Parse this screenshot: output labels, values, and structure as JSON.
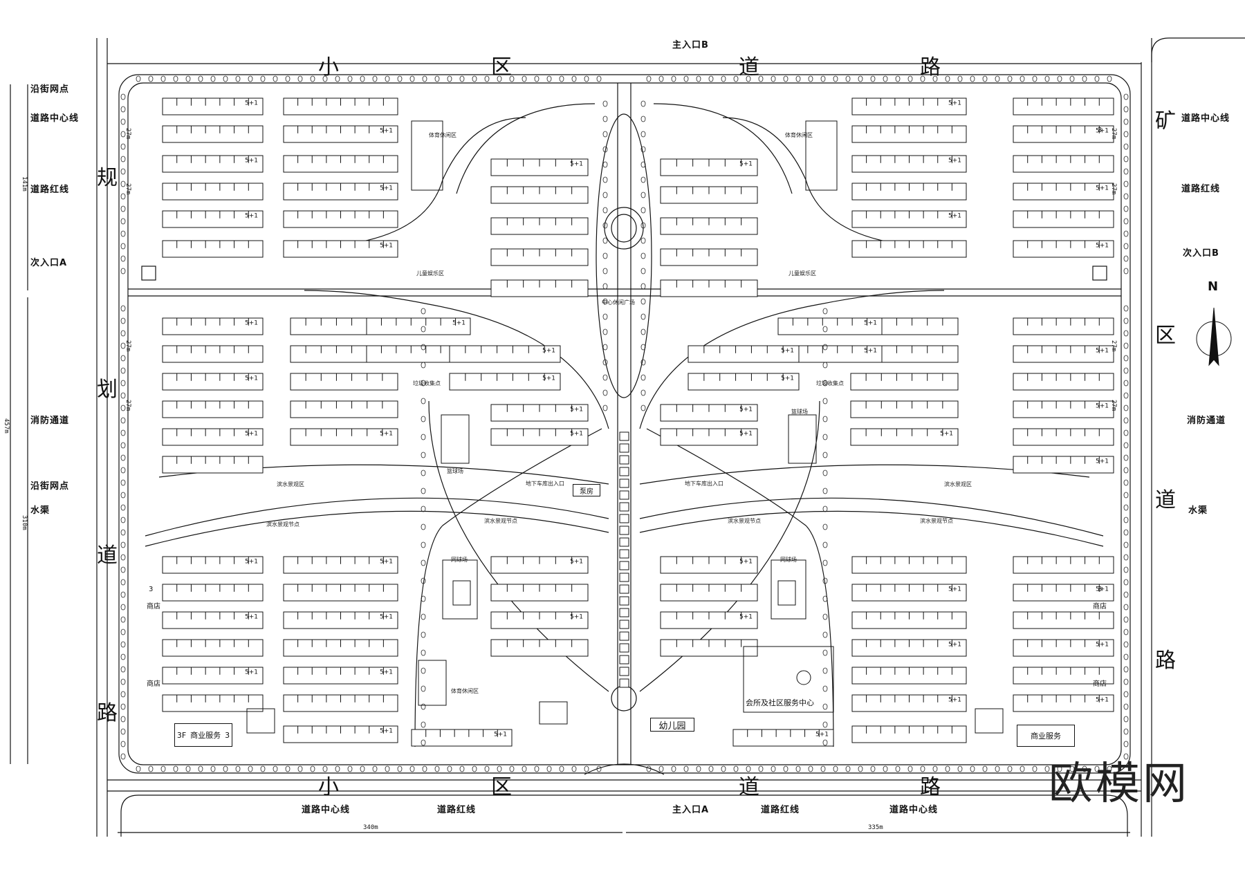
{
  "labels": {
    "main_entrance_b": "主入口B",
    "main_entrance_a": "主入口A",
    "secondary_entrance_a": "次入口A",
    "secondary_entrance_b": "次入口B",
    "street_shops_1": "沿街网点",
    "street_shops_2": "沿街网点",
    "road_centerline_left": "道路中心线",
    "road_centerline_right": "道路中心线",
    "road_redline_left": "道路红线",
    "road_redline_right": "道路红线",
    "fire_lane_left": "消防通道",
    "fire_lane_right": "消防通道",
    "canal_left": "水渠",
    "canal_right": "水渠",
    "bottom_centerline_left": "道路中心线",
    "bottom_redline_left": "道路红线",
    "bottom_redline_right": "道路红线",
    "bottom_centerline_right": "道路中心线",
    "north": "N"
  },
  "roads": {
    "top": [
      "小",
      "区",
      "道",
      "路"
    ],
    "bottom": [
      "小",
      "区",
      "道",
      "路"
    ],
    "left": [
      "规",
      "划",
      "道",
      "路"
    ],
    "right": [
      "矿",
      "区",
      "道",
      "路"
    ]
  },
  "facilities": {
    "kindergarten": "幼儿园",
    "clubhouse": "会所及社区服务中心",
    "commercial_left": "商业服务",
    "commercial_right": "商业服务",
    "floors_3f": "3F",
    "floors_3": "3",
    "shop": "商店",
    "pump_house": "泵房",
    "central_plaza": "中心休闲广场",
    "tennis": "网球场",
    "basketball": "篮球场",
    "sports_zone": "体育休闲区",
    "kids_zone": "儿童娱乐区",
    "water_node": "滨水景观节点",
    "water_zone": "滨水景观区",
    "garbage": "垃圾收集点",
    "building_units": "5+1",
    "parking": "地下车库出入口"
  },
  "dimensions": {
    "d27": "27m",
    "d141": "141m",
    "d457": "457m",
    "d310": "310m",
    "d340": "340m",
    "d335": "335m"
  },
  "watermark": "欧模网"
}
